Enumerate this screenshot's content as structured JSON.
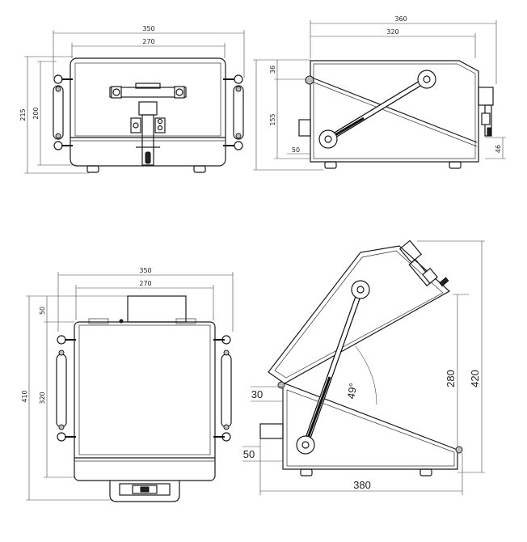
{
  "views": {
    "front": {
      "dims": {
        "width_outer": "350",
        "width_inner": "270",
        "height_outer": "215",
        "height_inner": "200"
      }
    },
    "side": {
      "dims": {
        "length_outer": "360",
        "length_inner": "320",
        "top_gap": "36",
        "handle_height": "155",
        "base_offset": "50",
        "right_offset": "46"
      }
    },
    "top": {
      "dims": {
        "width_outer": "350",
        "width_inner": "270",
        "depth_outer": "410",
        "depth_inner": "320",
        "rear_offset": "50"
      }
    },
    "open": {
      "dims": {
        "angle": "49°",
        "hinge_offset": "30",
        "base_offset": "50",
        "height_inner": "280",
        "height_outer": "420",
        "length": "380"
      }
    }
  }
}
